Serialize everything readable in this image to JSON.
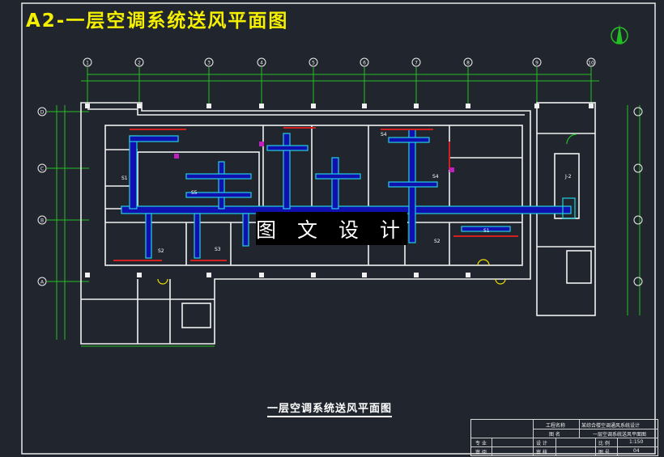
{
  "title": "A2-一层空调系统送风平面图",
  "watermark": "图 文 设 计",
  "drawing_title": "一层空调系统送风平面图",
  "colors": {
    "background": "#21262e",
    "title": "#f5f000",
    "wall": "#ffffff",
    "grid": "#22c022",
    "duct_main": "#1010b0",
    "duct_outline": "#22d0e0",
    "diffuser": "#d02020"
  },
  "grid_axes_top": [
    "1",
    "2",
    "3",
    "4",
    "5",
    "6",
    "7",
    "8",
    "9",
    "10"
  ],
  "grid_axes_left": [
    "D",
    "C",
    "B",
    "A"
  ],
  "equipment": {
    "ahu": "J-2",
    "outlets": [
      "S1",
      "S2",
      "S3",
      "S4",
      "S5"
    ]
  },
  "title_block": {
    "project_label": "工程名称",
    "project_value": "某综合楼空调通风系统设计",
    "drawing_label": "图 名",
    "drawing_value": "一层空调系统送风平面图",
    "row1": [
      "专 业",
      "设 计",
      "比 例",
      "1:150"
    ],
    "row2": [
      "审 阅",
      "审 核",
      "图 号",
      "04"
    ]
  }
}
